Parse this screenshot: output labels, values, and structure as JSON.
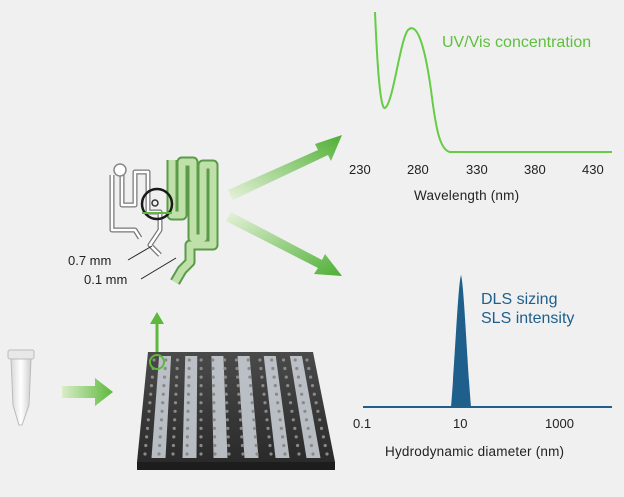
{
  "uv_label": "UV/Vis concentration",
  "uv_axis": {
    "ticks": [
      "230",
      "280",
      "330",
      "380",
      "430"
    ],
    "title": "Wavelength (nm)"
  },
  "dls_label_line1": "DLS sizing",
  "dls_label_line2": "SLS intensity",
  "dls_axis": {
    "ticks": [
      "0.1",
      "10",
      "1000"
    ],
    "title": "Hydrodynamic diameter (nm)"
  },
  "dimensions": {
    "channel_large": "0.7 mm",
    "channel_small": "0.1 mm"
  },
  "colors": {
    "uv_curve": "#66cc44",
    "dls_peak": "#1e5f8c",
    "arrow_green": "#5db83c",
    "background": "#f0f0f0"
  }
}
